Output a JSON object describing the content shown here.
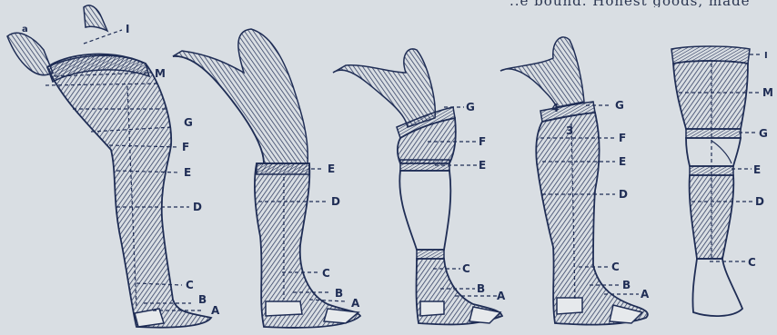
{
  "header_fragment": "..e   bound.  Honest  goods,  made",
  "figure": {
    "legs": [
      {
        "id": "leg-1",
        "top_mark": "a",
        "labels": [
          "I",
          "M",
          "G",
          "F",
          "E",
          "D",
          "C",
          "B",
          "A"
        ]
      },
      {
        "id": "leg-2",
        "labels": [
          "E",
          "D",
          "C",
          "B",
          "A"
        ]
      },
      {
        "id": "leg-3",
        "labels": [
          "G",
          "F",
          "E",
          "C",
          "B",
          "A"
        ]
      },
      {
        "id": "leg-4",
        "inline_marks": [
          "4",
          "3"
        ],
        "labels": [
          "G",
          "F",
          "E",
          "D",
          "C",
          "B",
          "A"
        ]
      },
      {
        "id": "leg-5",
        "labels": [
          "I",
          "M",
          "G",
          "E",
          "D",
          "C"
        ]
      }
    ]
  },
  "colors": {
    "ink": "#1f2d55",
    "paper": "#d9dee3"
  }
}
